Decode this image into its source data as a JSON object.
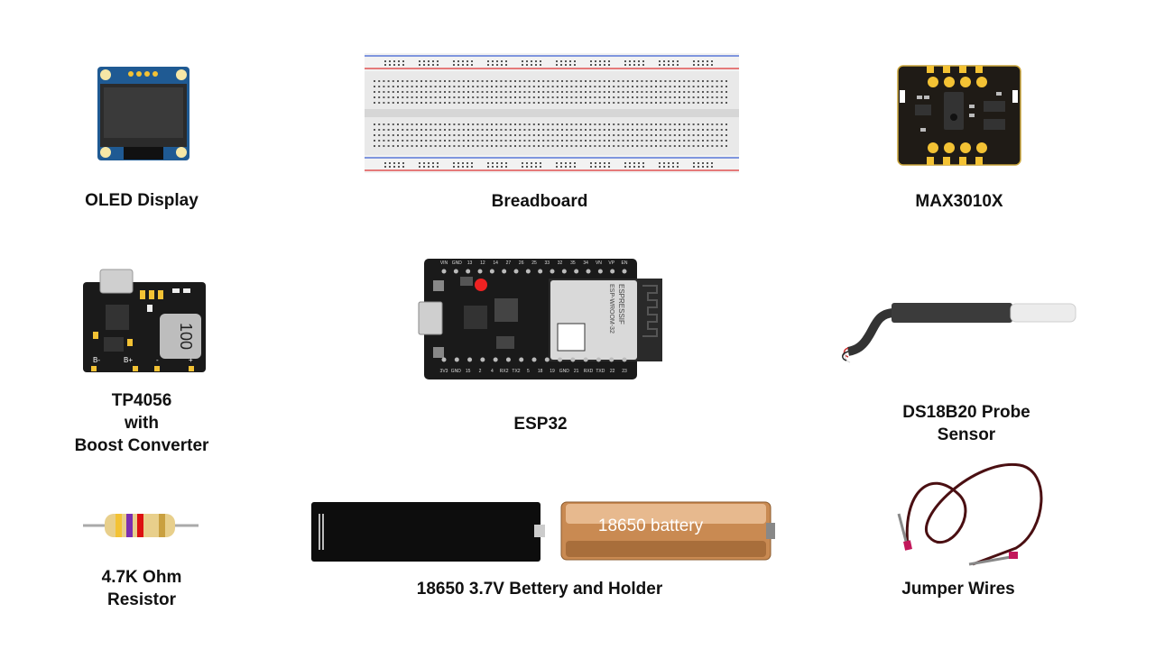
{
  "components": {
    "oled": {
      "label": "OLED Display"
    },
    "breadboard": {
      "label": "Breadboard"
    },
    "max3010x": {
      "label": "MAX3010X"
    },
    "tp4056": {
      "label_lines": [
        "TP4056",
        "with",
        "Boost Converter"
      ],
      "inductor_text": "100",
      "pin_labels": [
        "B-",
        "B+",
        "-",
        "+"
      ]
    },
    "esp32": {
      "label": "ESP32",
      "module_brand": "ESPRESSIF",
      "module_model": "ESP-WROOM-32",
      "top_pins": [
        "3V3",
        "GND",
        "15",
        "2",
        "4",
        "RX2",
        "TX2",
        "5",
        "18",
        "19",
        "GND",
        "21",
        "RXD",
        "TXD",
        "22",
        "23"
      ],
      "bottom_pins": [
        "VIN",
        "GND",
        "13",
        "12",
        "14",
        "27",
        "26",
        "25",
        "33",
        "32",
        "35",
        "34",
        "VN",
        "VP",
        "EN"
      ]
    },
    "ds18b20": {
      "label_lines": [
        "DS18B20 Probe",
        "Sensor"
      ]
    },
    "resistor": {
      "label_lines": [
        "4.7K Ohm",
        "Resistor"
      ]
    },
    "battery": {
      "label": "18650 3.7V Bettery and Holder",
      "cell_text": "18650 battery"
    },
    "jumper": {
      "label": "Jumper Wires"
    }
  },
  "colors": {
    "pcb_blue": "#1f5a93",
    "pcb_black": "#1a1a1a",
    "gold": "#f3c234",
    "battery_tan": "#c98a52",
    "wire_dark_red": "#4a0f12"
  }
}
